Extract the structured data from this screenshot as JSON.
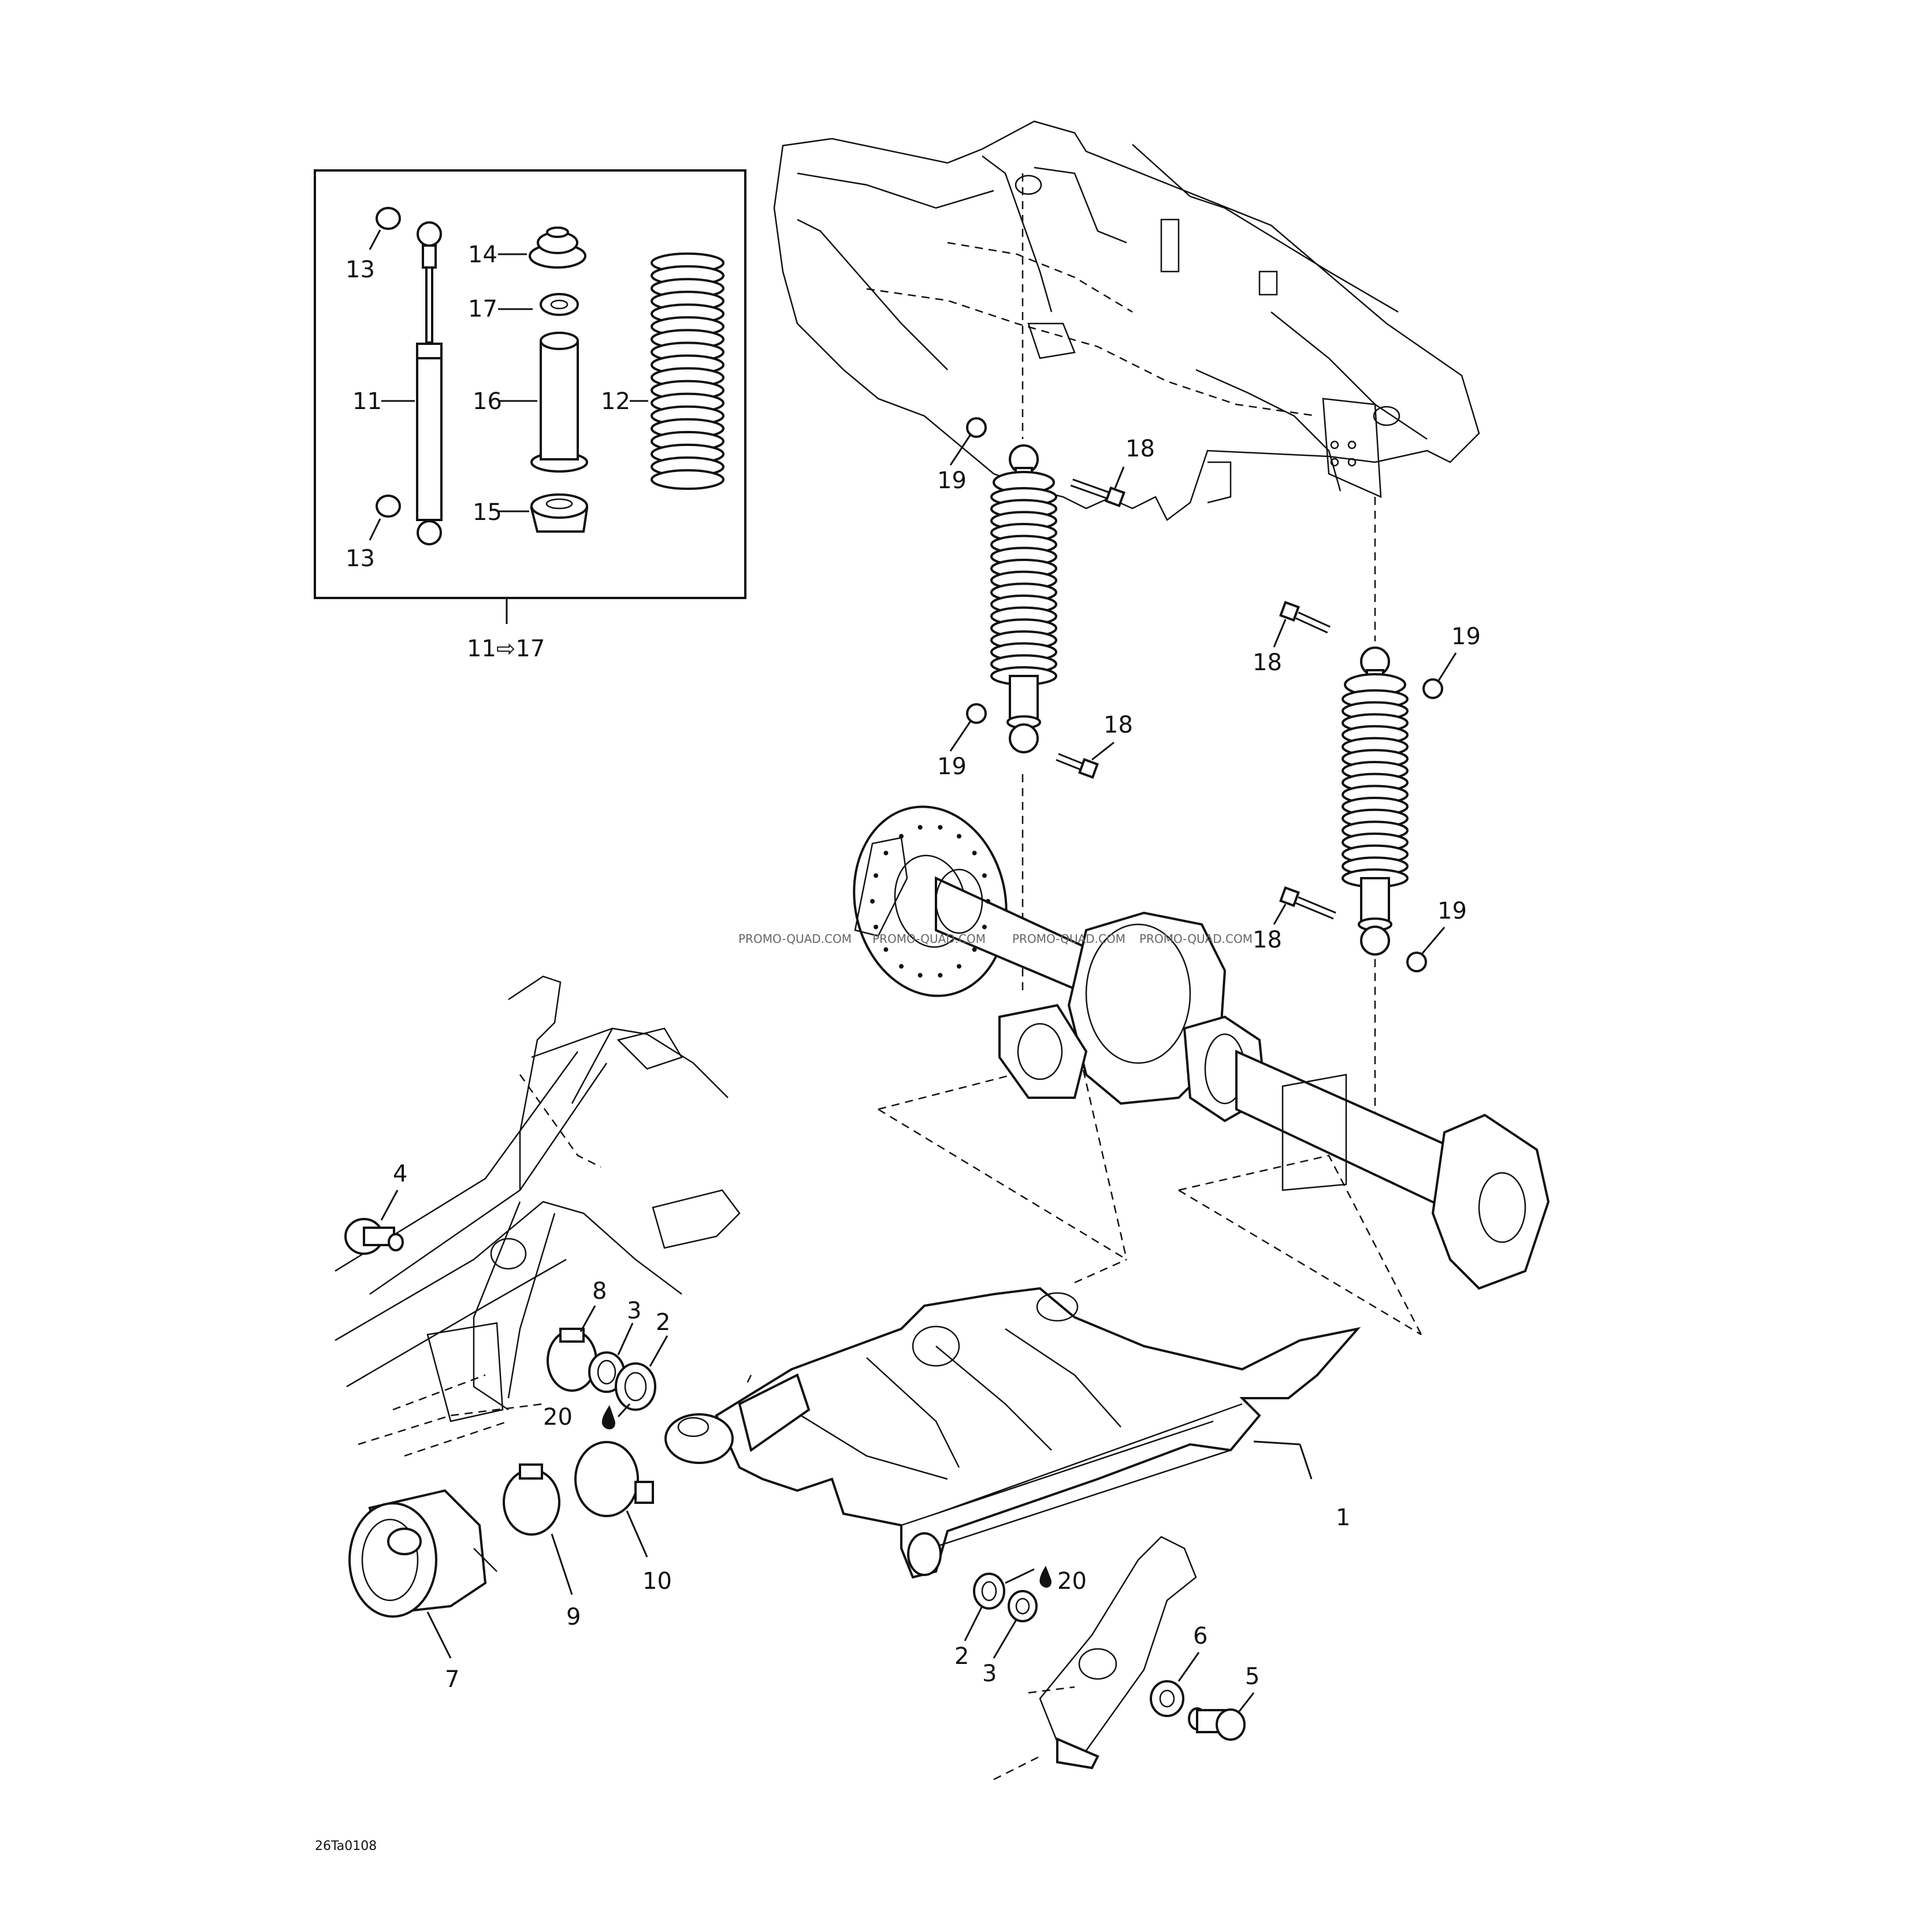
{
  "callouts": {
    "c1": "1",
    "c2a": "2",
    "c2b": "2",
    "c3a": "3",
    "c3b": "3",
    "c4": "4",
    "c5": "5",
    "c6": "6",
    "c7": "7",
    "c8": "8",
    "c9": "9",
    "c10": "10",
    "c11": "11",
    "c12": "12",
    "c13a": "13",
    "c13b": "13",
    "c14": "14",
    "c15": "15",
    "c16": "16",
    "c17": "17",
    "c18a": "18",
    "c18b": "18",
    "c18c": "18",
    "c18d": "18",
    "c19a": "19",
    "c19b": "19",
    "c19c": "19",
    "c19d": "19",
    "c20a": "20",
    "c20b": "20"
  },
  "kit_label": "11⇨17",
  "watermark": "PROMO-QUAD.COM",
  "figure_code": "26Ta0108",
  "icons": [
    "grease-drop-icon",
    "kit-arrow-icon"
  ]
}
